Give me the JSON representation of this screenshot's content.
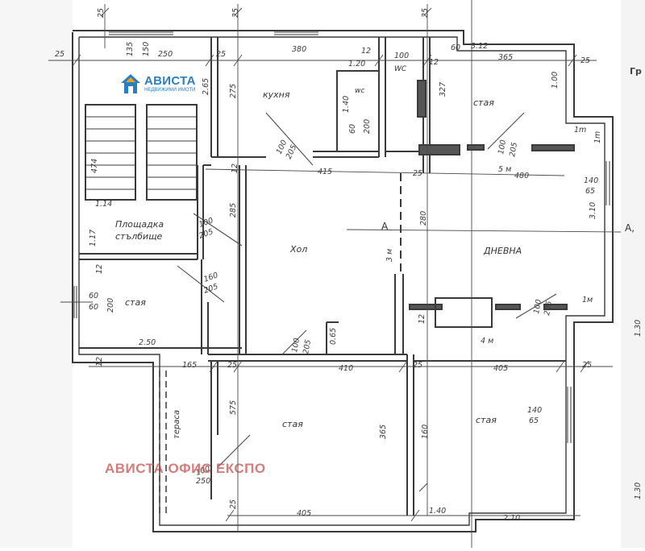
{
  "colors": {
    "wall": "#3a3a3a",
    "line": "#4a4a4a",
    "paper": "#ffffff",
    "brand_blue": "#2a7fc1",
    "watermark": "#c45050"
  },
  "logo": {
    "icon": "house-icon",
    "name": "АВИСТА",
    "tagline": "НЕДВИЖИМИ ИМОТИ"
  },
  "watermark": "АВИСТА ОФИС ЕКСПО",
  "rooms": {
    "kitchen": "кухня",
    "wc1": "wc",
    "wc2": "WC",
    "room_top_right": "стая",
    "stair_landing_1": "Площадка",
    "stair_landing_2": "стълбище",
    "hall": "Хол",
    "living": "ДНЕВНА",
    "room_left": "стая",
    "room_bottom_mid": "стая",
    "room_bottom_right": "стая",
    "terrace": "тераса"
  },
  "section_marks": {
    "a_left": "A",
    "a_right": "A,"
  },
  "dimensions": {
    "d25_top1": "25",
    "d25_top2": "25",
    "d25_top3": "25",
    "d25_left": "25",
    "d135": "135",
    "d150": "150",
    "d250_top": "250",
    "d25_a": "25",
    "d380": "380",
    "d12a": "12",
    "d100_wc": "100",
    "d12b": "12",
    "d365_top": "365",
    "d120": "1.20",
    "d60": "60",
    "d312": "3.12",
    "d100_right": "1.00",
    "d25_r": "25",
    "d265_k": "2.65",
    "d275": "275",
    "d140": "1.40",
    "d60b": "60",
    "d200_wc": "200",
    "d327": "327",
    "d100_d1": "100",
    "d205_d1": "205",
    "d100_d2": "100",
    "d205_d2": "205",
    "d1m_a": "1m",
    "d1m_b": "1m",
    "d474": "474",
    "d12c": "12",
    "d415": "415",
    "d25_mid": "25",
    "d480": "480",
    "d5m": "5 м",
    "d140_win": "140",
    "d65_win": "65",
    "d310": "3.10",
    "d114": "1.14",
    "d285": "285",
    "d100_st": "100",
    "d205_st": "205",
    "d280": "280",
    "d3m": "3 м",
    "d117": "1.17",
    "d12d": "12",
    "d160": "160",
    "d205_r": "205",
    "d60_w": "60",
    "d60_w2": "60",
    "d200_l": "200",
    "d100_lv": "100",
    "d205_lv": "205",
    "d1m_c": "1м",
    "d12e": "12",
    "d4m": "4 м",
    "d250_b": "2.50",
    "d065": "0.65",
    "d100_h": "100",
    "d205_h": "205",
    "d12f": "12",
    "d165": "165",
    "d25_b1": "25",
    "d410": "410",
    "d25_b2": "25",
    "d405_b": "405",
    "d25_b3": "25",
    "d575": "575",
    "d365_b": "365",
    "d160_b": "160",
    "d140_bw": "140",
    "d65_bw": "65",
    "d100_t": "100",
    "d250_t": "250",
    "d25_b4": "25",
    "d405_bot": "405",
    "d140_bot": "1.40",
    "d210": "2.10",
    "d130": "1.30",
    "d130b": "1.30"
  },
  "margin_text": {
    "gr": "Гр"
  }
}
